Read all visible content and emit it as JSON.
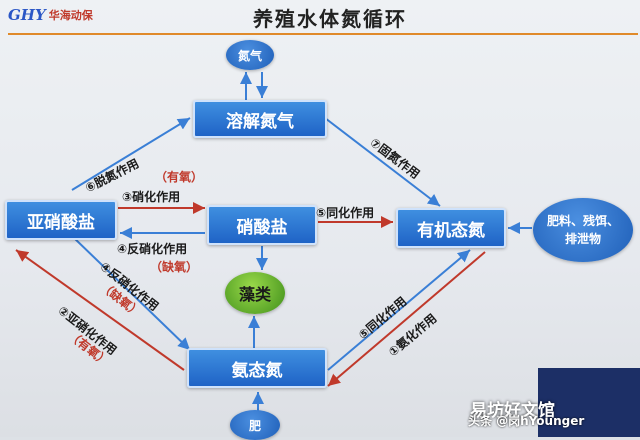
{
  "header": {
    "logo_text": "GHY",
    "logo_sub": "华海动保",
    "title": "养殖水体氮循环"
  },
  "nodes": {
    "nitrogen_gas": "氮气",
    "dissolved_nitrogen": "溶解氮气",
    "nitrite": "亚硝酸盐",
    "nitrate": "硝酸盐",
    "organic_nitrogen": "有机态氮",
    "feed_waste": "肥料、残饵、排泄物",
    "algae": "藻类",
    "ammonia": "氨态氮",
    "fertilizer": "肥"
  },
  "labels": {
    "l6": "⑥脱氮作用",
    "l6_cond": "（有氧）",
    "l3": "③硝化作用",
    "l4a": "④反硝化作用",
    "l4a_cond": "（缺氧）",
    "l4b": "④反硝化作用",
    "l4b_cond": "（缺氧）",
    "l2": "②亚硝化作用",
    "l2_cond": "（有氧）",
    "l5a": "⑤同化作用",
    "l5b": "⑤同化作用",
    "l7": "⑦固氮作用",
    "l1": "①氨化作用"
  },
  "watermark": {
    "text": "头条 @岗hYounger",
    "overlay": "易坊好文馆"
  },
  "colors": {
    "box_blue": "#1f63c6",
    "arrow_blue": "#3a7fd6",
    "arrow_red": "#c0392b",
    "algae_green": "#6cbf2a",
    "header_line": "#e08a2a"
  }
}
